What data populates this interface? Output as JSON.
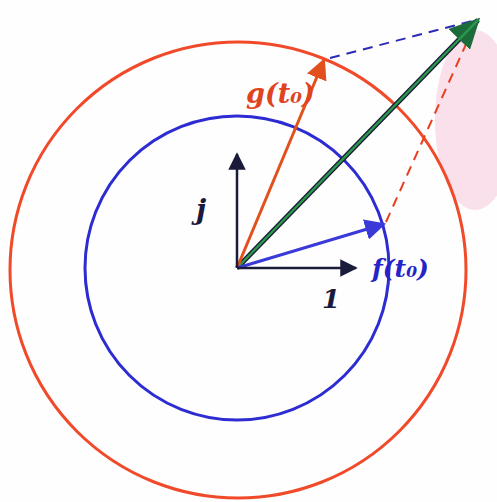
{
  "diagram": {
    "labels": [
      "g(t₀)",
      "j",
      "f(t₀)",
      "1"
    ]
  }
}
